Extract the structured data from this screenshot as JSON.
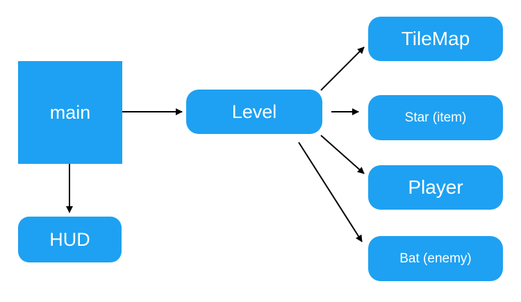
{
  "colors": {
    "node_fill": "#1ea1f2",
    "node_text": "#ffffff",
    "edge": "#000000",
    "background": "#ffffff"
  },
  "nodes": {
    "main": "main",
    "hud": "HUD",
    "level": "Level",
    "tilemap": "TileMap",
    "star": "Star (item)",
    "player": "Player",
    "bat": "Bat (enemy)"
  },
  "edges": [
    {
      "from": "main",
      "to": "level"
    },
    {
      "from": "main",
      "to": "hud"
    },
    {
      "from": "level",
      "to": "tilemap"
    },
    {
      "from": "level",
      "to": "star"
    },
    {
      "from": "level",
      "to": "player"
    },
    {
      "from": "level",
      "to": "bat"
    }
  ]
}
